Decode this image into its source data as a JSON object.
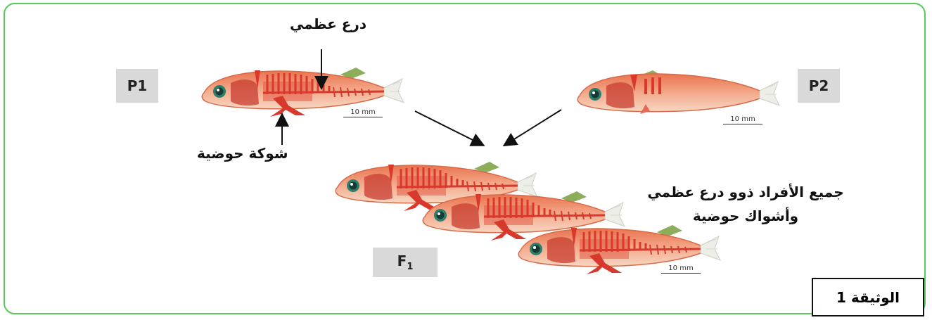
{
  "generations": {
    "p1": "P1",
    "p2": "P2",
    "f1_base": "F",
    "f1_sub": "1"
  },
  "annotations": {
    "bony_plates": "درع عظمي",
    "pelvic_spine": "شوكة حوضية",
    "f1_result_line1": "جميع الأفراد ذوو درع عظمي",
    "f1_result_line2": "وأشواك حوضية"
  },
  "scale_bar": "10 mm",
  "document_label": "الوثيقة 1",
  "colors": {
    "frame_border": "#5bc85b",
    "label_box": "#d9d9d9",
    "fish_body": "#f2a58a",
    "fish_skeleton": "#e0473a",
    "fish_fin": "#f0f0ec"
  },
  "icons": {
    "fish_armored": "armored-stickleback-fish-icon",
    "fish_unarmored": "low-armor-stickleback-fish-icon",
    "arrow": "arrow-icon"
  }
}
